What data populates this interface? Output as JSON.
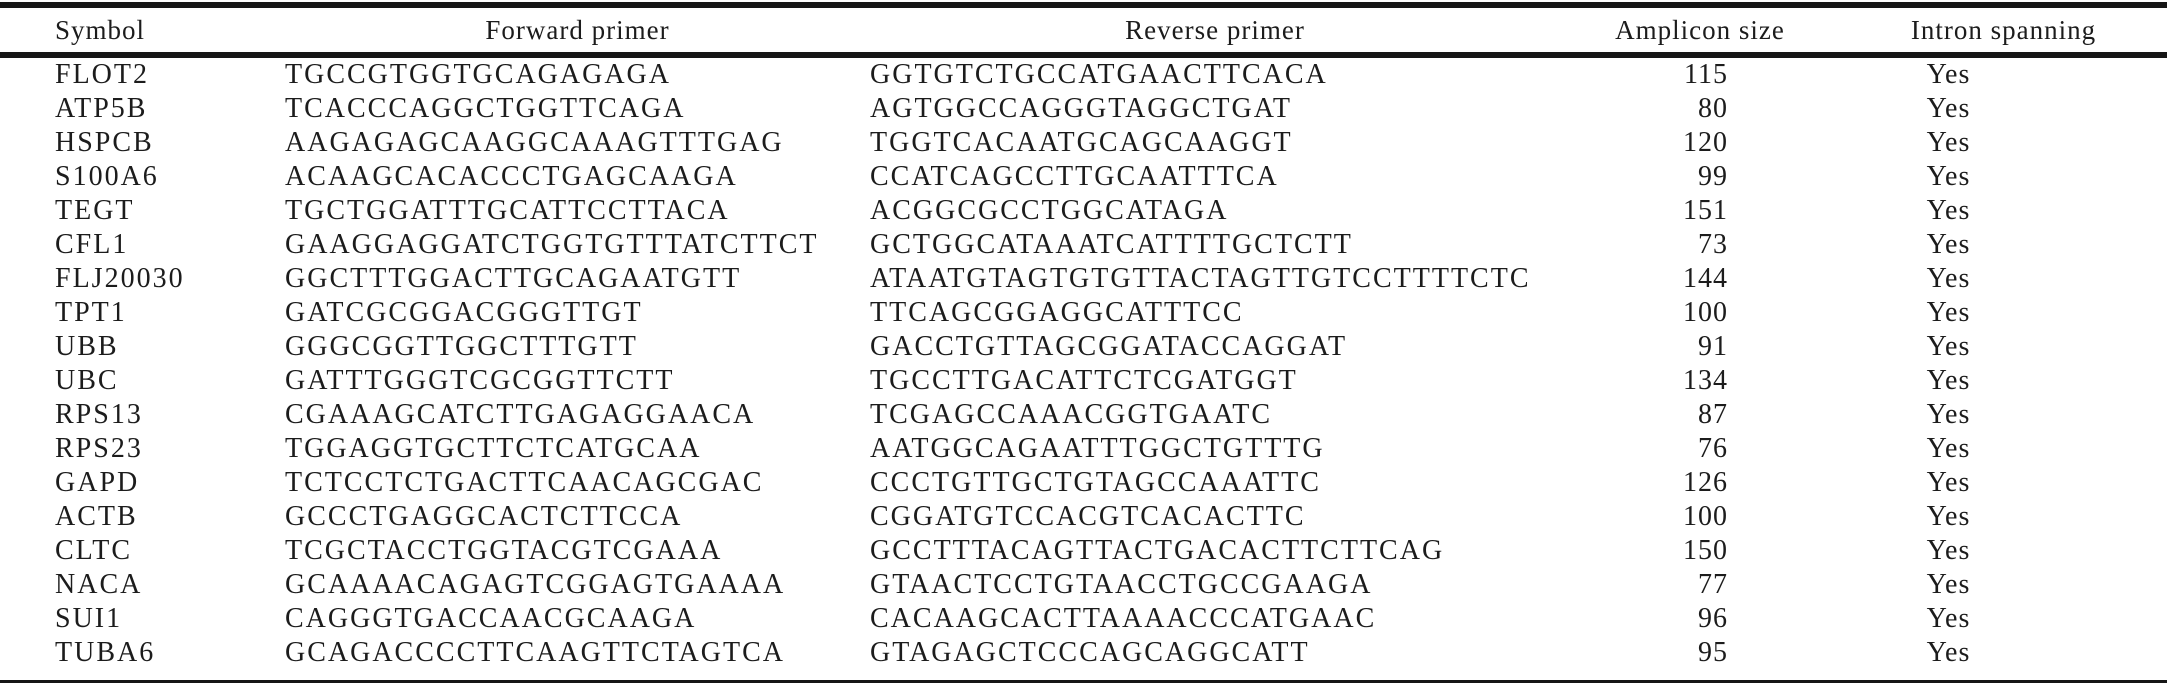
{
  "table": {
    "columns": [
      {
        "key": "symbol",
        "label": "Symbol"
      },
      {
        "key": "forward_primer",
        "label": "Forward primer"
      },
      {
        "key": "reverse_primer",
        "label": "Reverse primer"
      },
      {
        "key": "amplicon_size",
        "label": "Amplicon size"
      },
      {
        "key": "intron_spanning",
        "label": "Intron spanning"
      }
    ],
    "rows": [
      {
        "symbol": "FLOT2",
        "forward_primer": "TGCCGTGGTGCAGAGAGA",
        "reverse_primer": "GGTGTCTGCCATGAACTTCACA",
        "amplicon_size": 115,
        "intron_spanning": "Yes"
      },
      {
        "symbol": "ATP5B",
        "forward_primer": "TCACCCAGGCTGGTTCAGA",
        "reverse_primer": "AGTGGCCAGGGTAGGCTGAT",
        "amplicon_size": 80,
        "intron_spanning": "Yes"
      },
      {
        "symbol": "HSPCB",
        "forward_primer": "AAGAGAGCAAGGCAAAGTTTGAG",
        "reverse_primer": "TGGTCACAATGCAGCAAGGT",
        "amplicon_size": 120,
        "intron_spanning": "Yes"
      },
      {
        "symbol": "S100A6",
        "forward_primer": "ACAAGCACACCCTGAGCAAGA",
        "reverse_primer": "CCATCAGCCTTGCAATTTCA",
        "amplicon_size": 99,
        "intron_spanning": "Yes"
      },
      {
        "symbol": "TEGT",
        "forward_primer": "TGCTGGATTTGCATTCCTTACA",
        "reverse_primer": "ACGGCGCCTGGCATAGA",
        "amplicon_size": 151,
        "intron_spanning": "Yes"
      },
      {
        "symbol": "CFL1",
        "forward_primer": "GAAGGAGGATCTGGTGTTTATCTTCT",
        "reverse_primer": "GCTGGCATAAATCATTTTGCTCTT",
        "amplicon_size": 73,
        "intron_spanning": "Yes"
      },
      {
        "symbol": "FLJ20030",
        "forward_primer": "GGCTTTGGACTTGCAGAATGTT",
        "reverse_primer": "ATAATGTAGTGTGTTACTAGTTGTCCTTTTCTC",
        "amplicon_size": 144,
        "intron_spanning": "Yes"
      },
      {
        "symbol": "TPT1",
        "forward_primer": "GATCGCGGACGGGTTGT",
        "reverse_primer": "TTCAGCGGAGGCATTTCC",
        "amplicon_size": 100,
        "intron_spanning": "Yes"
      },
      {
        "symbol": "UBB",
        "forward_primer": "GGGCGGTTGGCTTTGTT",
        "reverse_primer": "GACCTGTTAGCGGATACCAGGAT",
        "amplicon_size": 91,
        "intron_spanning": "Yes"
      },
      {
        "symbol": "UBC",
        "forward_primer": "GATTTGGGTCGCGGTTCTT",
        "reverse_primer": "TGCCTTGACATTCTCGATGGT",
        "amplicon_size": 134,
        "intron_spanning": "Yes"
      },
      {
        "symbol": "RPS13",
        "forward_primer": "CGAAAGCATCTTGAGAGGAACA",
        "reverse_primer": "TCGAGCCAAACGGTGAATC",
        "amplicon_size": 87,
        "intron_spanning": "Yes"
      },
      {
        "symbol": "RPS23",
        "forward_primer": "TGGAGGTGCTTCTCATGCAA",
        "reverse_primer": "AATGGCAGAATTTGGCTGTTTG",
        "amplicon_size": 76,
        "intron_spanning": "Yes"
      },
      {
        "symbol": "GAPD",
        "forward_primer": "TCTCCTCTGACTTCAACAGCGAC",
        "reverse_primer": "CCCTGTTGCTGTAGCCAAATTC",
        "amplicon_size": 126,
        "intron_spanning": "Yes"
      },
      {
        "symbol": "ACTB",
        "forward_primer": "GCCCTGAGGCACTCTTCCA",
        "reverse_primer": "CGGATGTCCACGTCACACTTC",
        "amplicon_size": 100,
        "intron_spanning": "Yes"
      },
      {
        "symbol": "CLTC",
        "forward_primer": "TCGCTACCTGGTACGTCGAAA",
        "reverse_primer": "GCCTTTACAGTTACTGACACTTCTTCAG",
        "amplicon_size": 150,
        "intron_spanning": "Yes"
      },
      {
        "symbol": "NACA",
        "forward_primer": "GCAAAACAGAGTCGGAGTGAAAA",
        "reverse_primer": "GTAACTCCTGTAACCTGCCGAAGA",
        "amplicon_size": 77,
        "intron_spanning": "Yes"
      },
      {
        "symbol": "SUI1",
        "forward_primer": "CAGGGTGACCAACGCAAGA",
        "reverse_primer": "CACAAGCACTTAAAACCCATGAAC",
        "amplicon_size": 96,
        "intron_spanning": "Yes"
      },
      {
        "symbol": "TUBA6",
        "forward_primer": "GCAGACCCCTTCAAGTTCTAGTCA",
        "reverse_primer": "GTAGAGCTCCCAGCAGGCATT",
        "amplicon_size": 95,
        "intron_spanning": "Yes"
      }
    ]
  }
}
